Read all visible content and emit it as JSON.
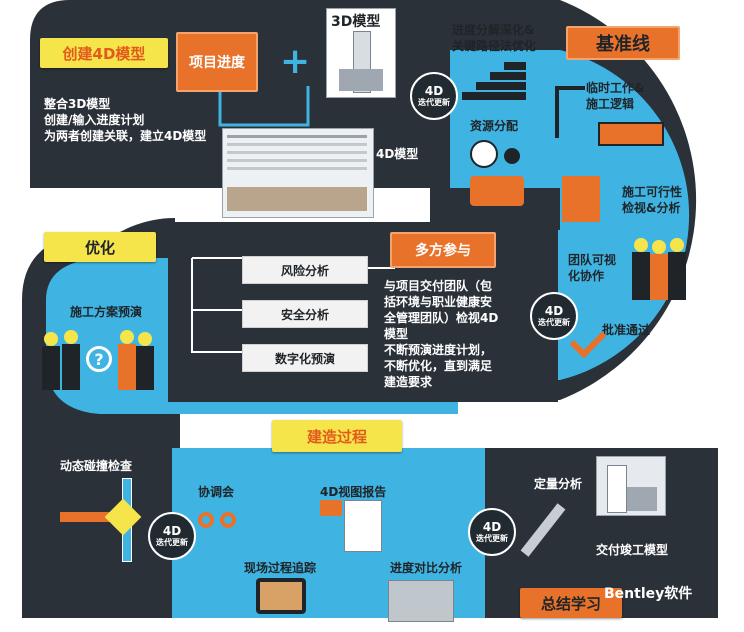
{
  "baseline": {
    "title": "基准线"
  },
  "create_model": {
    "title": "创建4D模型",
    "progress_box": "项目进度",
    "model3d_label": "3D模型",
    "plus": "+",
    "desc": [
      "整合3D模型",
      "创建/输入进度计划",
      "为两者创建关联，建立4D模型"
    ],
    "model4d_label": "4D模型"
  },
  "baseline_section": {
    "schedule_top": [
      "进度分解深化&",
      "关键路径法优化"
    ],
    "resources": "资源分配",
    "temp_work": [
      "临时工作&",
      "施工逻辑"
    ],
    "feasibility": [
      "施工可行性",
      "检视&分析"
    ],
    "team": [
      "团队可视",
      "化协作"
    ],
    "approval": "批准通过"
  },
  "badge": {
    "line1": "4D",
    "line2": "迭代更新"
  },
  "optimize": {
    "title": "优化",
    "plan_label": "施工方案预演",
    "risks": [
      "风险分析",
      "安全分析",
      "数字化预演"
    ],
    "multi_title": "多方参与",
    "multi_desc": [
      "与项目交付团队（包",
      "括环境与职业健康安",
      "全管理团队）检视4D",
      "模型",
      "不断预演进度计划，",
      "不断优化，直到满足",
      "建造要求"
    ]
  },
  "construction": {
    "title": "建造过程",
    "clash": "动态碰撞检查",
    "coord": "协调会",
    "report": "4D视图报告",
    "tracking": "现场过程追踪",
    "compare": "进度对比分析",
    "quant": "定量分析",
    "delivery": "交付竣工模型",
    "summary": "总结学习"
  },
  "watermark": "Bentley软件",
  "colors": {
    "dark": "#2a3138",
    "cyan": "#3fb4e2",
    "orange": "#e8722a",
    "yellow": "#f6e44b"
  }
}
